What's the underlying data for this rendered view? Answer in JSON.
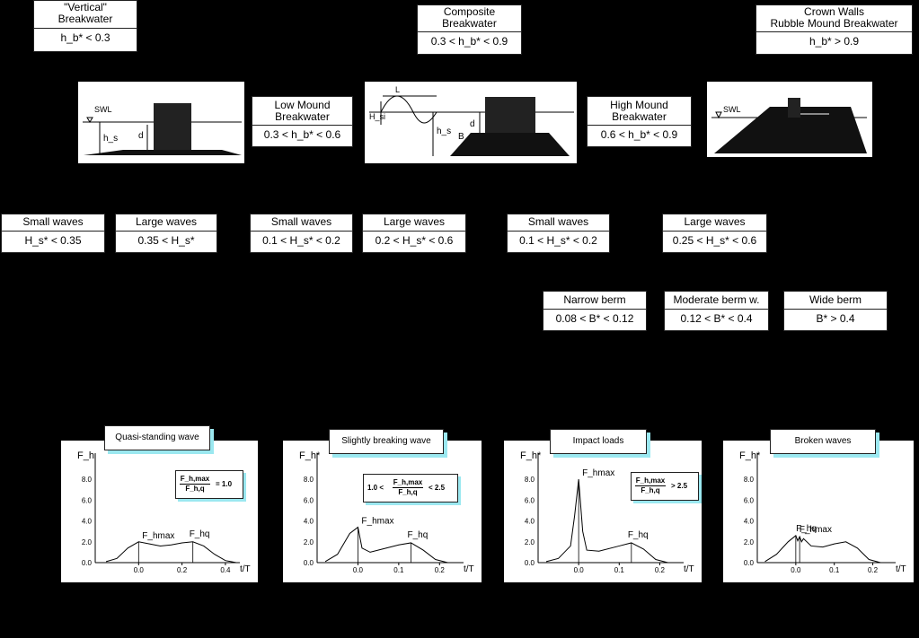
{
  "top_boxes": {
    "vertical": {
      "title": "\"Vertical\"\nBreakwater",
      "cond": "h_b* < 0.3"
    },
    "composite": {
      "title": "Composite\nBreakwater",
      "cond": "0.3 < h_b* < 0.9"
    },
    "crown": {
      "title": "Crown Walls\nRubble Mound Breakwater",
      "cond": "h_b* > 0.9"
    }
  },
  "mid_boxes": {
    "low_mound": {
      "title": "Low Mound\nBreakwater",
      "cond": "0.3 < h_b* < 0.6"
    },
    "high_mound": {
      "title": "High Mound\nBreakwater",
      "cond": "0.6 < h_b* < 0.9"
    }
  },
  "sketches": {
    "vertical": {
      "swl": "SWL",
      "hs": "h_s",
      "d": "d"
    },
    "composite": {
      "L": "L",
      "Hsi": "H_si",
      "hs": "h_s",
      "d": "d",
      "B": "B"
    },
    "crown": {
      "swl": "SWL"
    }
  },
  "wave_boxes": [
    {
      "title": "Small waves",
      "cond": "H_s* < 0.35"
    },
    {
      "title": "Large waves",
      "cond": "0.35 < H_s*"
    },
    {
      "title": "Small waves",
      "cond": "0.1 < H_s* < 0.2"
    },
    {
      "title": "Large waves",
      "cond": "0.2 < H_s* < 0.6"
    },
    {
      "title": "Small waves",
      "cond": "0.1 < H_s* < 0.2"
    },
    {
      "title": "Large waves",
      "cond": "0.25 < H_s* < 0.6"
    }
  ],
  "berm_boxes": [
    {
      "title": "Narrow berm",
      "cond": "0.08 < B* < 0.12"
    },
    {
      "title": "Moderate berm w.",
      "cond": "0.12 < B* < 0.4"
    },
    {
      "title": "Wide berm",
      "cond": "B* > 0.4"
    }
  ],
  "chart_data": [
    {
      "type": "line",
      "title": "Quasi-standing wave",
      "ylabel": "F_h",
      "xlabel": "t/T",
      "y_ticks": [
        "0.0",
        "2.0",
        "4.0",
        "6.0",
        "8.0"
      ],
      "x_ticks": [
        "0.0",
        "0.2",
        "0.4"
      ],
      "xlim": [
        -0.2,
        0.45
      ],
      "ylim": [
        0,
        10
      ],
      "annotations": [
        "F_hmax",
        "F_hq"
      ],
      "ratio": {
        "num": "F_h,max",
        "den": "F_h,q",
        "text": "= 1.0"
      },
      "x": [
        -0.15,
        -0.1,
        -0.05,
        0.0,
        0.05,
        0.1,
        0.15,
        0.2,
        0.25,
        0.3,
        0.35,
        0.4,
        0.45
      ],
      "y": [
        0.1,
        0.4,
        1.4,
        2.0,
        1.8,
        1.6,
        1.7,
        1.9,
        2.0,
        1.6,
        0.8,
        0.2,
        0.0
      ]
    },
    {
      "type": "line",
      "title": "Slightly breaking wave",
      "ylabel": "F_h*",
      "xlabel": "t/T",
      "y_ticks": [
        "0.0",
        "2.0",
        "4.0",
        "6.0",
        "8.0"
      ],
      "x_ticks": [
        "0.0",
        "0.1",
        "0.2"
      ],
      "xlim": [
        -0.1,
        0.25
      ],
      "ylim": [
        0,
        10
      ],
      "annotations": [
        "F_hmax",
        "F_hq"
      ],
      "ratio": {
        "prefix": "1.0 <",
        "num": "F_h,max",
        "den": "F_h,q",
        "text": "< 2.5"
      },
      "x": [
        -0.08,
        -0.05,
        -0.02,
        0.0,
        0.01,
        0.03,
        0.06,
        0.1,
        0.13,
        0.16,
        0.19,
        0.22
      ],
      "y": [
        0.1,
        0.8,
        2.8,
        3.4,
        1.4,
        1.0,
        1.3,
        1.7,
        1.9,
        1.2,
        0.3,
        0.0
      ]
    },
    {
      "type": "line",
      "title": "Impact loads",
      "ylabel": "F_h*",
      "xlabel": "t/T",
      "y_ticks": [
        "0.0",
        "2.0",
        "4.0",
        "6.0",
        "8.0"
      ],
      "x_ticks": [
        "0.0",
        "0.1",
        "0.2"
      ],
      "xlim": [
        -0.1,
        0.25
      ],
      "ylim": [
        0,
        10
      ],
      "annotations": [
        "F_hmax",
        "F_hq"
      ],
      "ratio": {
        "num": "F_h,max",
        "den": "F_h,q",
        "text": "> 2.5"
      },
      "x": [
        -0.08,
        -0.05,
        -0.02,
        -0.01,
        0.0,
        0.01,
        0.02,
        0.05,
        0.1,
        0.13,
        0.16,
        0.19,
        0.22
      ],
      "y": [
        0.1,
        0.4,
        1.6,
        4.5,
        8.0,
        3.0,
        1.2,
        1.1,
        1.6,
        1.9,
        1.3,
        0.3,
        0.0
      ]
    },
    {
      "type": "line",
      "title": "Broken waves",
      "ylabel": "F_h*",
      "xlabel": "t/T",
      "y_ticks": [
        "0.0",
        "2.0",
        "4.0",
        "6.0",
        "8.0"
      ],
      "x_ticks": [
        "0.0",
        "0.1",
        "0.2"
      ],
      "xlim": [
        -0.1,
        0.25
      ],
      "ylim": [
        0,
        10
      ],
      "annotations": [
        "F_hmax",
        "F_hq"
      ],
      "x": [
        -0.08,
        -0.05,
        -0.02,
        0.0,
        0.005,
        0.01,
        0.015,
        0.02,
        0.04,
        0.07,
        0.1,
        0.13,
        0.16,
        0.19,
        0.22
      ],
      "y": [
        0.1,
        0.8,
        2.0,
        2.6,
        2.1,
        2.5,
        2.0,
        2.3,
        1.6,
        1.5,
        1.8,
        2.0,
        1.4,
        0.3,
        0.0
      ]
    }
  ]
}
